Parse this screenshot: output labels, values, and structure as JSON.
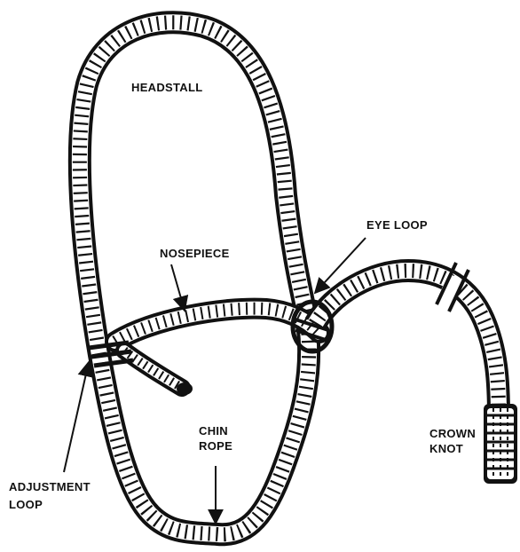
{
  "labels": {
    "headstall": "HEADSTALL",
    "eye_loop": "EYE LOOP",
    "nosepiece": "NOSEPIECE",
    "chin_rope_line1": "CHIN",
    "chin_rope_line2": "ROPE",
    "crown_knot_line1": "CROWN",
    "crown_knot_line2": "KNOT",
    "adjustment_loop_line1": "ADJUSTMENT",
    "adjustment_loop_line2": "LOOP"
  },
  "colors": {
    "ink": "#111111",
    "rope_fill": "#ffffff",
    "background": "#ffffff"
  }
}
